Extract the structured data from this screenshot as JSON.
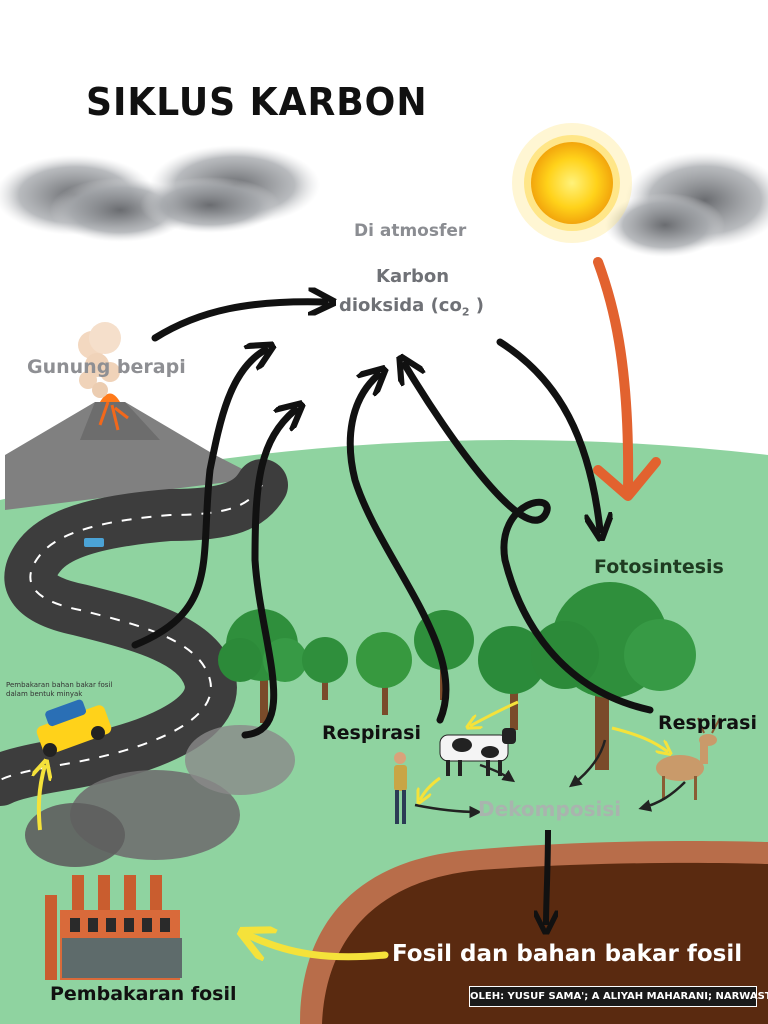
{
  "title": "SIKLUS KARBON",
  "labels": {
    "atmosphere": "Di atmosfer",
    "co2_line1": "Karbon",
    "co2_line2": "dioksida (co",
    "co2_sub": "2",
    "co2_close": " )",
    "volcano": "Gunung berapi",
    "photosynthesis": "Fotosintesis",
    "respiration_left": "Respirasi",
    "respiration_right": "Respirasi",
    "decomposition": "Dekomposisi",
    "fossil": "Fosil dan bahan bakar fosil",
    "combustion": "Pembakaran fosil",
    "vehicle_note": "Pembakaran bahan bakar fosil dalam bentuk minyak"
  },
  "credit": "OLEH: YUSUF SAMA'; A ALIYAH MAHARANI; NARWASTU",
  "colors": {
    "grass": "#8fd3a0",
    "soil_dark": "#5a2a10",
    "soil_rim": "#b86d4a",
    "sun": "#ffd21a",
    "arrow_black": "#111111",
    "arrow_orange": "#e2622f",
    "arrow_yellow": "#f5e23a"
  }
}
